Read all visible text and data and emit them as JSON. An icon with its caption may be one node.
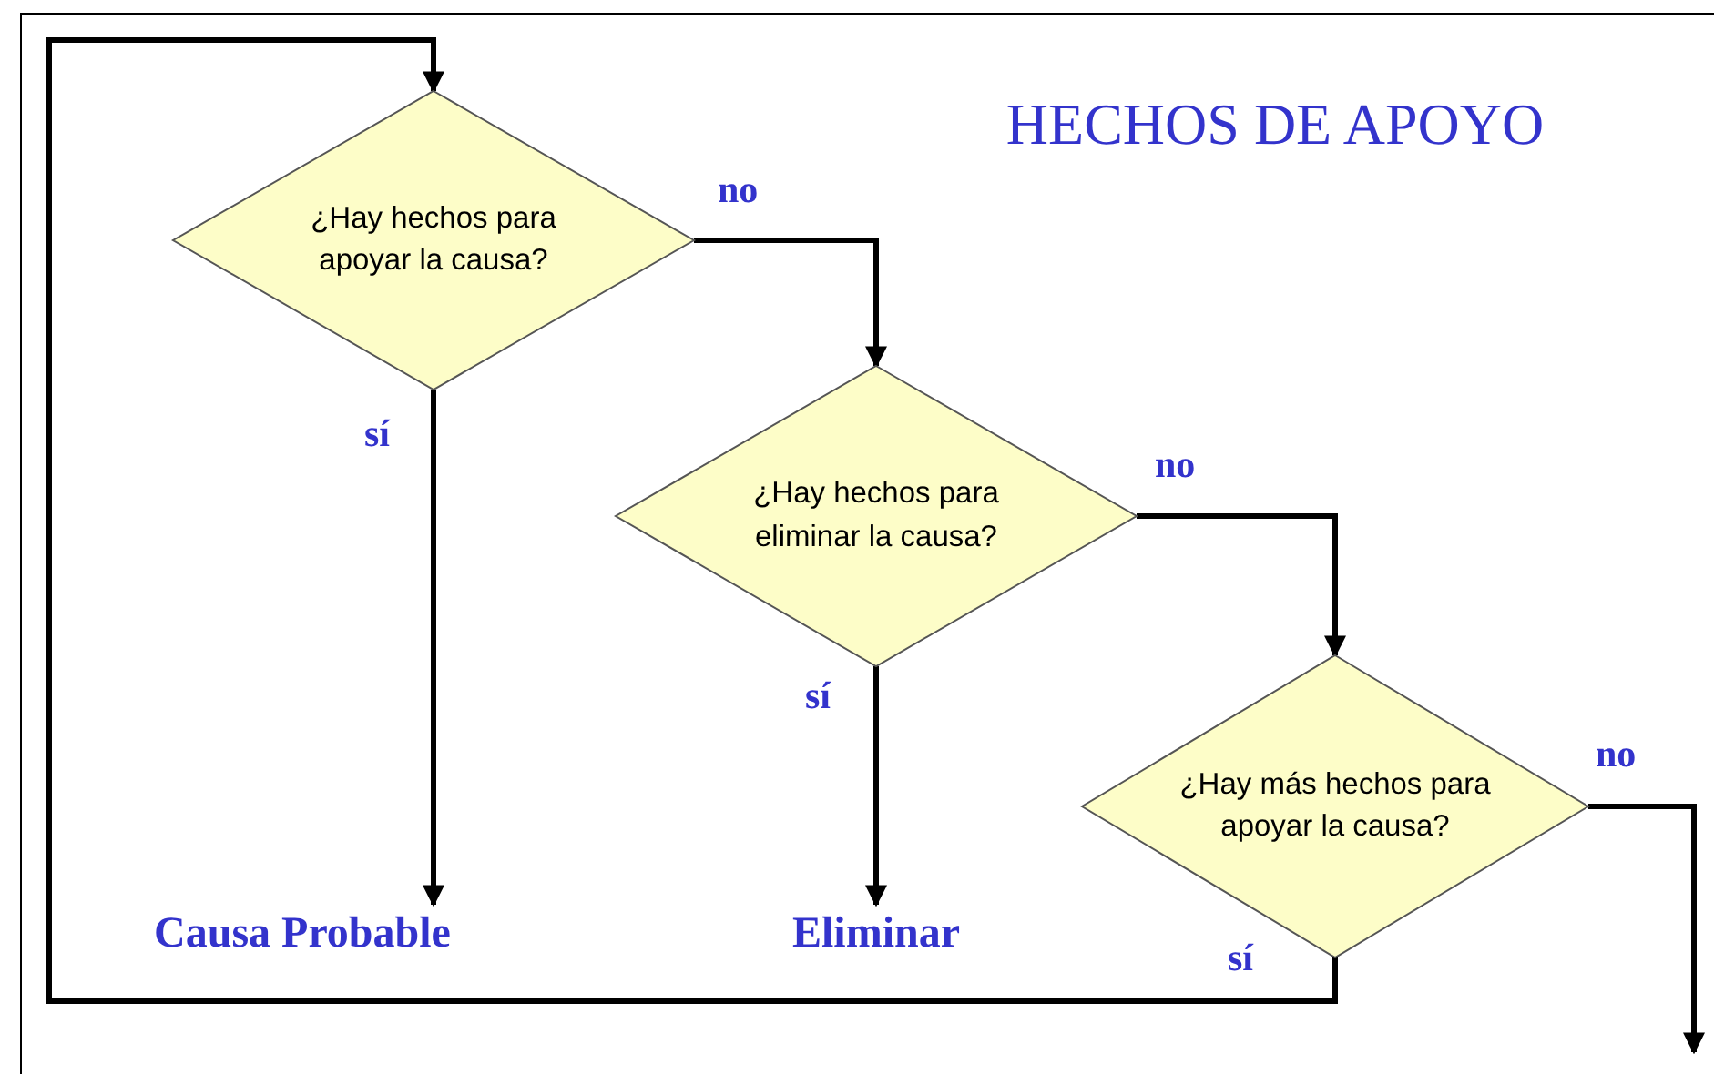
{
  "diagram": {
    "title": "HECHOS DE APOYO",
    "nodes": [
      {
        "text": [
          "¿Hay hechos para apoyar la causa?"
        ]
      },
      {
        "text": [
          "¿Hay hechos para eliminar la causa?"
        ]
      },
      {
        "text": [
          "¿Hay más hechos para apoyar la causa?"
        ]
      },
      {
        "text": [
          "Causa Probable"
        ]
      },
      {
        "text": [
          "Eliminar"
        ]
      }
    ],
    "edges": [
      {
        "from": 0,
        "to": 1,
        "arrow": "to",
        "label": "no"
      },
      {
        "from": 0,
        "to": 3,
        "arrow": "to",
        "label": "sí"
      },
      {
        "from": 1,
        "to": 2,
        "arrow": "to",
        "label": "no"
      },
      {
        "from": 1,
        "to": 4,
        "arrow": "to",
        "label": "sí"
      },
      {
        "from": 2,
        "to": null,
        "arrow": "to",
        "label": "no"
      },
      {
        "from": 2,
        "to": 0,
        "arrow": "to",
        "label": "sí"
      }
    ]
  }
}
